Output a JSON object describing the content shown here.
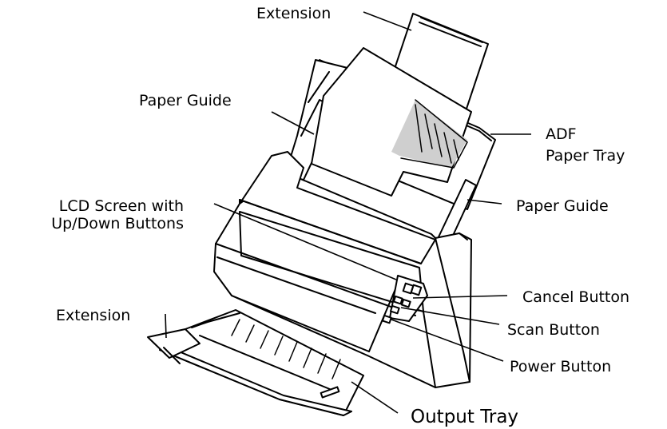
{
  "labels": {
    "extension_top": "Extension",
    "paper_guide_left": "Paper Guide",
    "adf_line1": "ADF",
    "adf_line2": "Paper Tray",
    "lcd_line1": "LCD Screen with",
    "lcd_line2": "Up/Down Buttons",
    "paper_guide_right": "Paper Guide",
    "cancel_button": "Cancel Button",
    "extension_left": "Extension",
    "scan_button": "Scan Button",
    "power_button": "Power Button",
    "output_tray": "Output Tray"
  },
  "colors": {
    "line": "#000000",
    "shade": "#cfcfcf",
    "body": "#ffffff"
  }
}
